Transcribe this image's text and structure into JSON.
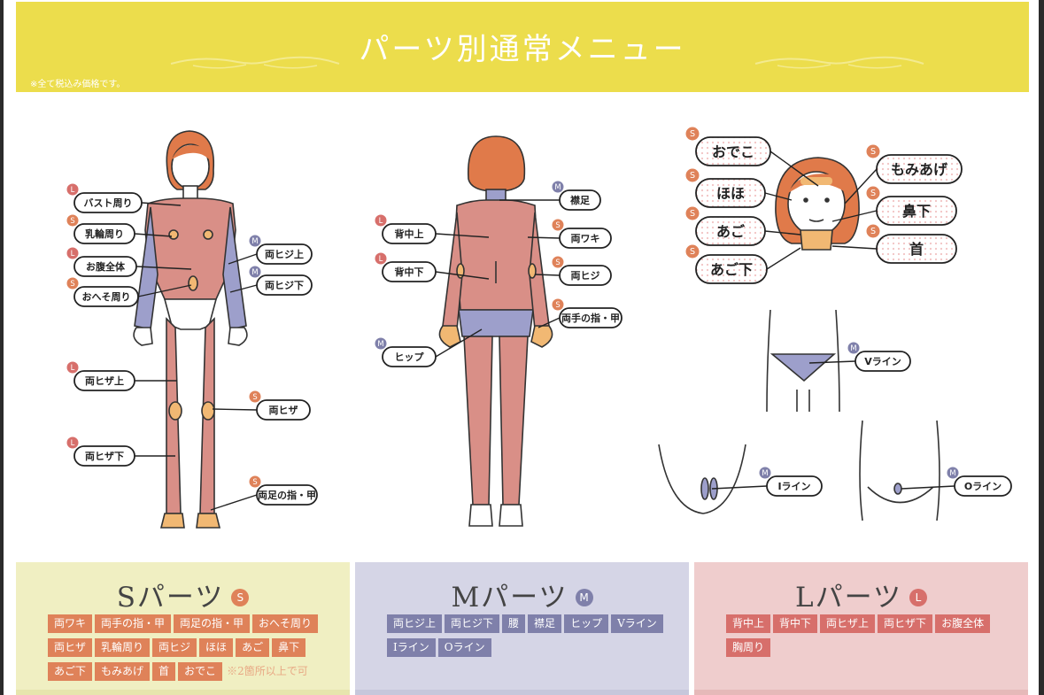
{
  "header": {
    "title": "パーツ別通常メニュー",
    "note": "※全て税込み価格です。"
  },
  "colors": {
    "s": "#df8259",
    "m": "#7f80aa",
    "l": "#d76f6b",
    "header": "#ecdd4c"
  },
  "diagram": {
    "front_labels": [
      {
        "text": "バスト周り",
        "size": "L"
      },
      {
        "text": "乳輪周り",
        "size": "S"
      },
      {
        "text": "お腹全体",
        "size": "L"
      },
      {
        "text": "おへそ周り",
        "size": "S"
      },
      {
        "text": "両ヒジ上",
        "size": "M"
      },
      {
        "text": "両ヒジ下",
        "size": "M"
      },
      {
        "text": "両ヒザ上",
        "size": "L"
      },
      {
        "text": "両ヒザ",
        "size": "S"
      },
      {
        "text": "両ヒザ下",
        "size": "L"
      },
      {
        "text": "両足の指・甲",
        "size": "S"
      }
    ],
    "back_labels": [
      {
        "text": "襟足",
        "size": "M"
      },
      {
        "text": "背中上",
        "size": "L"
      },
      {
        "text": "両ワキ",
        "size": "S"
      },
      {
        "text": "背中下",
        "size": "L"
      },
      {
        "text": "両ヒジ",
        "size": "S"
      },
      {
        "text": "両手の指・甲",
        "size": "S"
      },
      {
        "text": "ヒップ",
        "size": "M"
      }
    ],
    "face_labels": [
      {
        "text": "おでこ",
        "size": "S"
      },
      {
        "text": "もみあげ",
        "size": "S"
      },
      {
        "text": "ほほ",
        "size": "S"
      },
      {
        "text": "鼻下",
        "size": "S"
      },
      {
        "text": "あご",
        "size": "S"
      },
      {
        "text": "首",
        "size": "S"
      },
      {
        "text": "あご下",
        "size": "S"
      }
    ],
    "vio_labels": [
      {
        "text": "Vライン",
        "size": "M"
      },
      {
        "text": "Iライン",
        "size": "M"
      },
      {
        "text": "Oライン",
        "size": "M"
      }
    ]
  },
  "cards": {
    "s": {
      "title": "Sパーツ",
      "badge": "S",
      "items": [
        "両ワキ",
        "両手の指・甲",
        "両足の指・甲",
        "おへそ周り",
        "両ヒザ",
        "乳輪周り",
        "両ヒジ",
        "ほほ",
        "あご",
        "鼻下",
        "あご下",
        "もみあげ",
        "首",
        "おでこ"
      ],
      "note": "※2箇所以上で可"
    },
    "m": {
      "title": "Mパーツ",
      "badge": "M",
      "items": [
        "両ヒジ上",
        "両ヒジ下",
        "腰",
        "襟足",
        "ヒップ",
        "Vライン",
        "Iライン",
        "Oライン"
      ]
    },
    "l": {
      "title": "Lパーツ",
      "badge": "L",
      "items": [
        "背中上",
        "背中下",
        "両ヒザ上",
        "両ヒザ下",
        "お腹全体",
        "胸周り"
      ]
    }
  }
}
